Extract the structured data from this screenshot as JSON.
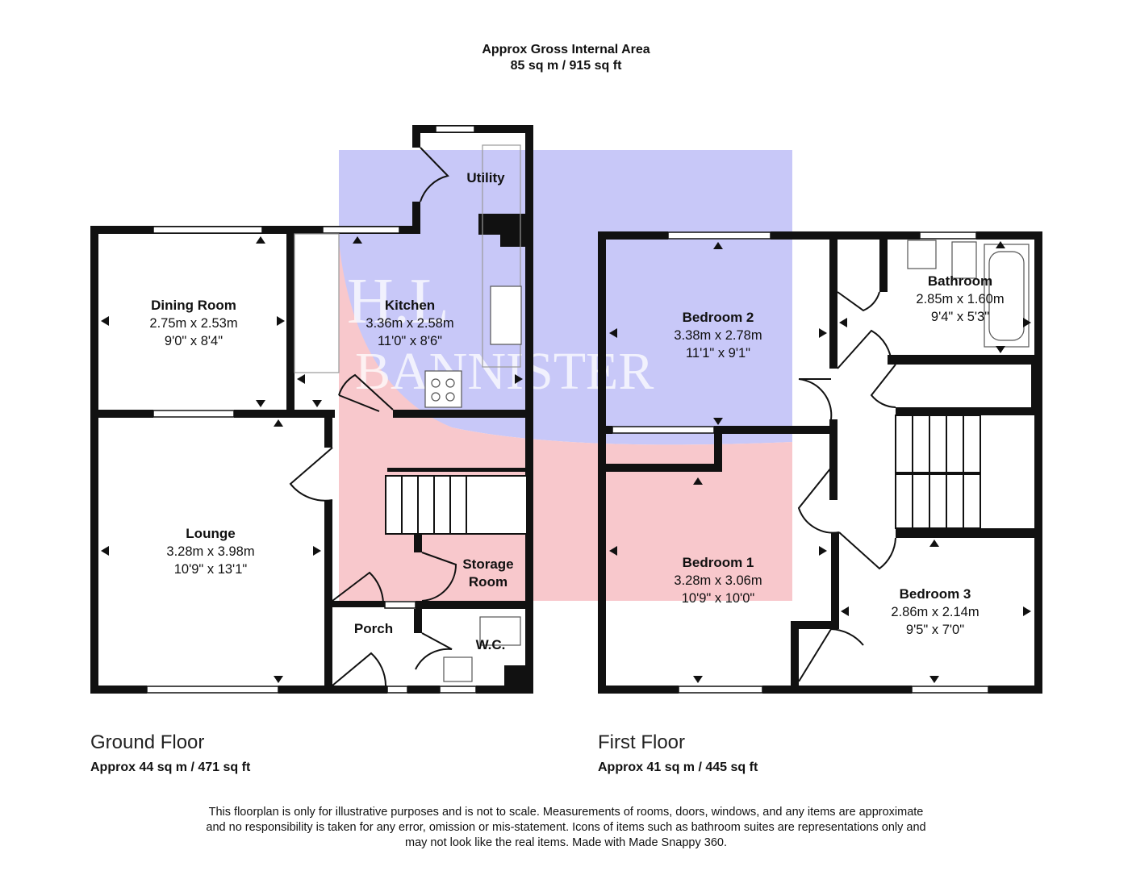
{
  "header": {
    "title": "Approx Gross Internal Area",
    "area": "85 sq m / 915 sq ft"
  },
  "floors": [
    {
      "name": "Ground Floor",
      "area": "Approx 44 sq m / 471 sq ft"
    },
    {
      "name": "First Floor",
      "area": "Approx 41 sq m / 445 sq ft"
    }
  ],
  "rooms": {
    "dining": {
      "name": "Dining Room",
      "metric": "2.75m x 2.53m",
      "imperial": "9'0\" x 8'4\""
    },
    "kitchen": {
      "name": "Kitchen",
      "metric": "3.36m x 2.58m",
      "imperial": "11'0\" x 8'6\""
    },
    "utility": {
      "name": "Utility"
    },
    "lounge": {
      "name": "Lounge",
      "metric": "3.28m x 3.98m",
      "imperial": "10'9\" x 13'1\""
    },
    "storage": {
      "name": "Storage",
      "name2": "Room"
    },
    "porch": {
      "name": "Porch"
    },
    "wc": {
      "name": "W.C."
    },
    "bedroom2": {
      "name": "Bedroom 2",
      "metric": "3.38m x 2.78m",
      "imperial": "11'1\" x 9'1\""
    },
    "bathroom": {
      "name": "Bathroom",
      "metric": "2.85m x 1.60m",
      "imperial": "9'4\" x 5'3\""
    },
    "bedroom1": {
      "name": "Bedroom 1",
      "metric": "3.28m x 3.06m",
      "imperial": "10'9\" x 10'0\""
    },
    "bedroom3": {
      "name": "Bedroom 3",
      "metric": "2.86m x 2.14m",
      "imperial": "9'5\" x 7'0\""
    }
  },
  "watermark": {
    "line1": "H.L",
    "line2": "BANNISTER",
    "colors": {
      "blue": "#c8c8f8",
      "red": "#f8c8cc"
    }
  },
  "disclaimer": {
    "line1": "This floorplan is only for illustrative purposes and is not to scale. Measurements of rooms, doors, windows, and any items are approximate",
    "line2": "and no responsibility is taken for any error, omission or mis-statement. Icons of items such as bathroom suites are representations only and",
    "line3": "may not look like the real items. Made with Made Snappy 360."
  }
}
